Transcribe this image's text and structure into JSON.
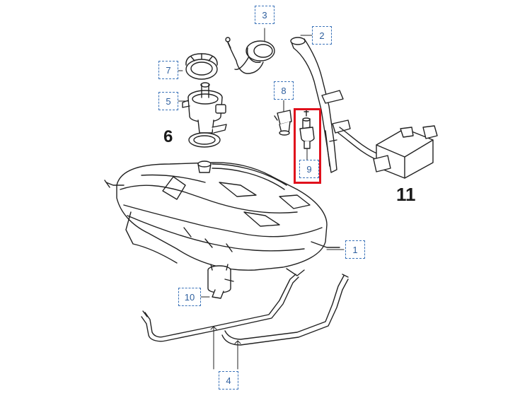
{
  "callouts": {
    "c1": "1",
    "c2": "2",
    "c3": "3",
    "c4": "4",
    "c5": "5",
    "c7": "7",
    "c8": "8",
    "c9": "9",
    "c10": "10"
  },
  "labels": {
    "l6": "6",
    "l11": "11"
  },
  "colors": {
    "callout_border": "#3b73b9",
    "highlight": "#e0101c",
    "line_art": "#222222"
  },
  "highlighted_part": "9"
}
